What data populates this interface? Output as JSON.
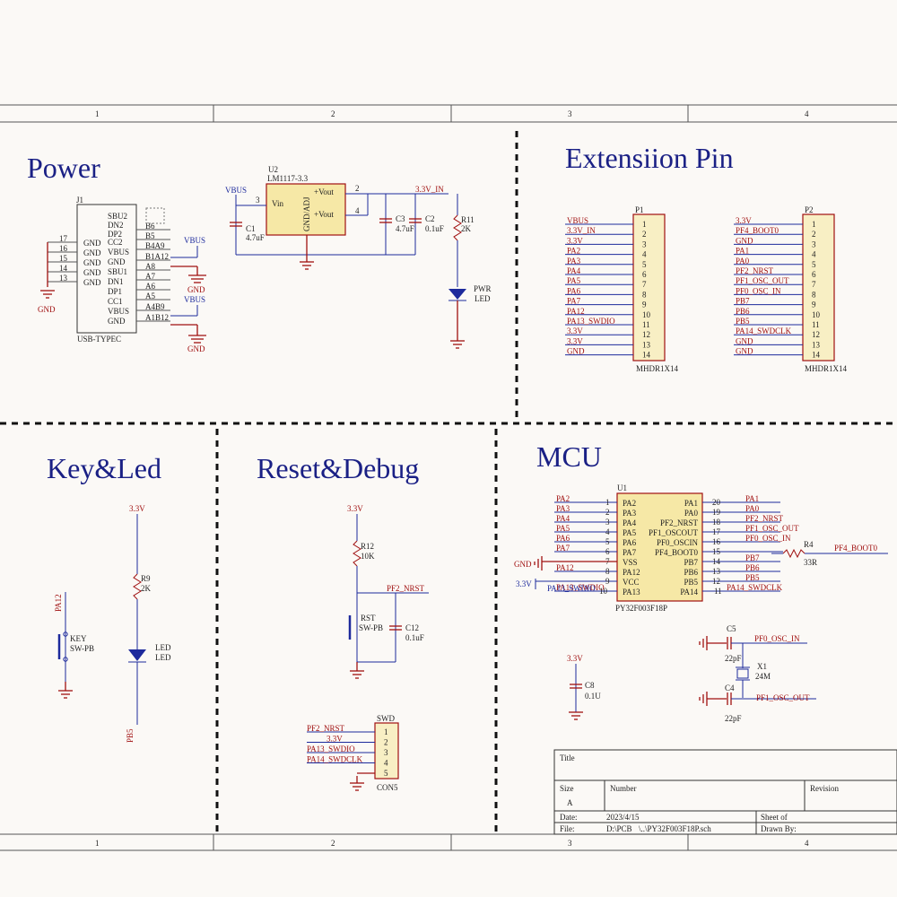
{
  "columns": [
    "1",
    "2",
    "3",
    "4"
  ],
  "sections": {
    "power": "Power",
    "ext": "Extensiion Pin",
    "keyled": "Key&Led",
    "reset": "Reset&Debug",
    "mcu": "MCU"
  },
  "power": {
    "j1_ref": "J1",
    "j1_name": "USB-TYPEC",
    "j1_right": [
      "SBU2",
      "DN2",
      "DP2",
      "CC2",
      "VBUS",
      "GND",
      "A8",
      "A7",
      "DN1",
      "DP1",
      "CC1",
      "VBUS",
      "GND"
    ],
    "j1_right_nums": [
      "B6",
      "B5",
      "B4A9",
      "B1A12",
      "A8",
      "A7",
      "A6",
      "A5",
      "A4B9",
      "A1B12"
    ],
    "j1_left_nums": [
      "17",
      "16",
      "15",
      "14",
      "13"
    ],
    "j1_left": [
      "GND",
      "GND",
      "GND",
      "GND",
      "GND"
    ],
    "j1_mid": [
      "CC2",
      "VBUS",
      "GND",
      "SBU1",
      "DN1",
      "DP1",
      "CC1",
      "VBUS",
      "GND"
    ],
    "u2_ref": "U2",
    "u2_name": "LM1117-3.3",
    "u2_vin": "Vin",
    "u2_adj": "GND/ADJ",
    "u2_vout1": "+Vout",
    "u2_vout2": "+Vout",
    "u2_p3": "3",
    "u2_p2": "2",
    "u2_p4": "4",
    "vbus": "VBUS",
    "gnd": "GND",
    "c1": "C1",
    "c1v": "4.7uF",
    "c3": "C3",
    "c3v": "4.7uF",
    "c2": "C2",
    "c2v": "0.1uF",
    "net33": "3.3V_IN",
    "r11": "R11",
    "r11v": "2K",
    "pwr": "PWR",
    "led": "LED"
  },
  "ext": {
    "p1_ref": "P1",
    "p1_name": "MHDR1X14",
    "p1": [
      "VBUS",
      "3.3V_IN",
      "3.3V",
      "PA2",
      "PA3",
      "PA4",
      "PA5",
      "PA6",
      "PA7",
      "PA12",
      "PA13_SWDIO",
      "3.3V",
      "3.3V",
      "GND"
    ],
    "p2_ref": "P2",
    "p2_name": "MHDR1X14",
    "p2": [
      "3.3V",
      "PF4_BOOT0",
      "GND",
      "PA1",
      "PA0",
      "PF2_NRST",
      "PF1_OSC_OUT",
      "PF0_OSC_IN",
      "PB7",
      "PB6",
      "PB5",
      "PA14_SWDCLK",
      "GND",
      "GND"
    ],
    "nums": [
      "1",
      "2",
      "3",
      "4",
      "5",
      "6",
      "7",
      "8",
      "9",
      "10",
      "11",
      "12",
      "13",
      "14"
    ]
  },
  "keyled": {
    "v33": "3.3V",
    "pa12": "PA12",
    "key": "KEY",
    "swpb": "SW-PB",
    "r9": "R9",
    "r9v": "2K",
    "led": "LED",
    "pb5": "PB5"
  },
  "reset": {
    "v33": "3.3V",
    "r12": "R12",
    "r12v": "10K",
    "nrst": "PF2_NRST",
    "rst": "RST",
    "swpb": "SW-PB",
    "c12": "C12",
    "c12v": "0.1uF",
    "swd": "SWD",
    "con5": "CON5",
    "swd_nets": [
      "PF2_NRST",
      "3.3V",
      "PA13_SWDIO",
      "PA14_SWDCLK",
      ""
    ],
    "swd_nums": [
      "1",
      "2",
      "3",
      "4",
      "5"
    ]
  },
  "mcu": {
    "u1_ref": "U1",
    "u1_name": "PY32F003F18P",
    "left_nets": [
      "PA2",
      "PA3",
      "PA4",
      "PA5",
      "PA6",
      "PA7",
      "GND",
      "PA12",
      "3.3V",
      "PA13_SWDIO"
    ],
    "left_nums": [
      "1",
      "2",
      "3",
      "4",
      "5",
      "6",
      "7",
      "8",
      "9",
      "10"
    ],
    "left_pins": [
      "PA2",
      "PA3",
      "PA4",
      "PA5",
      "PA6",
      "PA7",
      "VSS",
      "PA12",
      "VCC",
      "PA13"
    ],
    "right_pins": [
      "PA1",
      "PA0",
      "PF2_NRST",
      "PF1_OSCOUT",
      "PF0_OSCIN",
      "PF4_BOOT0",
      "PB7",
      "PB6",
      "PB5",
      "PA14"
    ],
    "right_nums": [
      "20",
      "19",
      "18",
      "17",
      "16",
      "15",
      "14",
      "13",
      "12",
      "11"
    ],
    "right_nets": [
      "PA1",
      "PA0",
      "PF2_NRST",
      "PF1_OSC_OUT",
      "PF0_OSC_IN",
      "",
      "PB7",
      "PB6",
      "PB5",
      "PA14_SWDCLK"
    ],
    "r4": "R4",
    "r4v": "33R",
    "boot": "PF4_BOOT0",
    "c5": "C5",
    "c5v": "22pF",
    "c4": "C4",
    "c4v": "22pF",
    "x1": "X1",
    "x1v": "24M",
    "oscin": "PF0_OSC_IN",
    "oscout": "PF1_OSC_OUT",
    "c8": "C8",
    "c8v": "0.1U",
    "v33": "3.3V"
  },
  "titleblock": {
    "title": "Title",
    "size": "Size",
    "size_v": "A",
    "number": "Number",
    "revision": "Revision",
    "date": "Date:",
    "date_v": "2023/4/15",
    "sheet": "Sheet   of",
    "file": "File:",
    "file_v": "D:\\PCB",
    "file_v2": "\\..\\PY32F003F18P.sch",
    "drawn": "Drawn By:"
  }
}
